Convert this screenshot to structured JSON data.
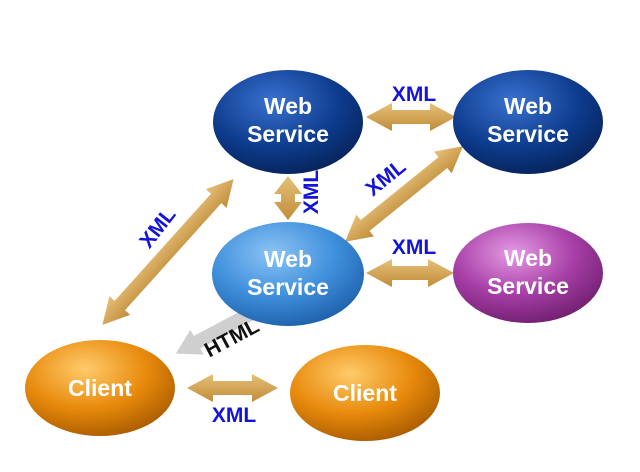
{
  "nodes": {
    "ws_top_left": {
      "line1": "Web",
      "line2": "Service"
    },
    "ws_top_right": {
      "line1": "Web",
      "line2": "Service"
    },
    "ws_center": {
      "line1": "Web",
      "line2": "Service"
    },
    "ws_right_purple": {
      "line1": "Web",
      "line2": "Service"
    },
    "client_left": {
      "label": "Client"
    },
    "client_right": {
      "label": "Client"
    }
  },
  "edges": {
    "top_horizontal": "XML",
    "top_vertical": "XML",
    "diagonal_right": "XML",
    "center_right": "XML",
    "client_up": "XML",
    "client_client": "XML",
    "html_link": "HTML"
  },
  "colors": {
    "web_service_dark": "#0d3b8c",
    "web_service_light": "#3f8fdc",
    "web_service_purple": "#a63ea6",
    "client": "#e88a0c",
    "connector": "#d8aa5a",
    "xml_text": "#1414d8",
    "html_arrow": "#d0d0d0"
  }
}
